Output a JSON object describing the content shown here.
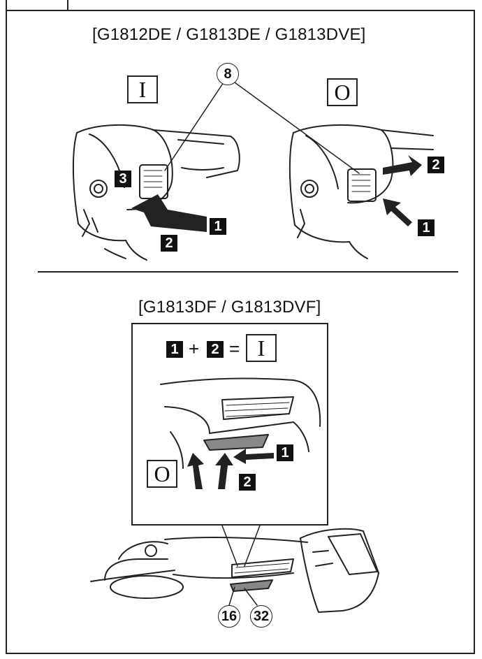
{
  "figure": {
    "top_heading": "[G1812DE / G1813DE / G1813DVE]",
    "bottom_heading": "[G1813DF / G1813DVF]",
    "on_symbol": "I",
    "off_symbol": "O",
    "callout_8": "8",
    "callout_16": "16",
    "callout_32": "32",
    "step_1": "1",
    "step_2": "2",
    "step_3": "3",
    "plus": "+",
    "equals": "="
  }
}
